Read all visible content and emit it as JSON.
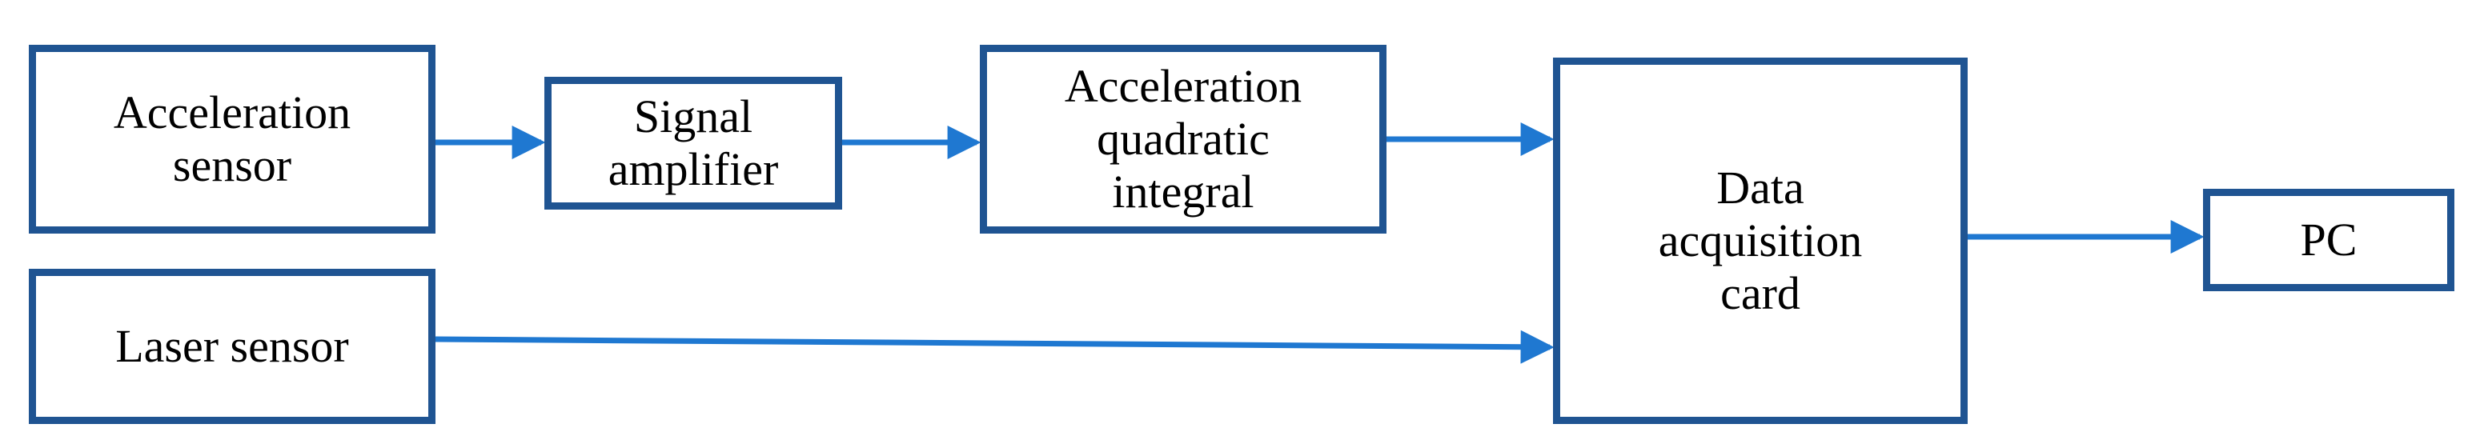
{
  "diagram": {
    "line_color": "#1f78d1",
    "box_border_color": "#1f5492",
    "nodes": {
      "acceleration_sensor": "Acceleration\nsensor",
      "signal_amplifier": "Signal\namplifier",
      "acceleration_quadratic_integral": "Acceleration\nquadratic\nintegral",
      "data_acquisition_card": "Data\nacquisition\ncard",
      "pc": "PC",
      "laser_sensor": "Laser sensor"
    }
  }
}
